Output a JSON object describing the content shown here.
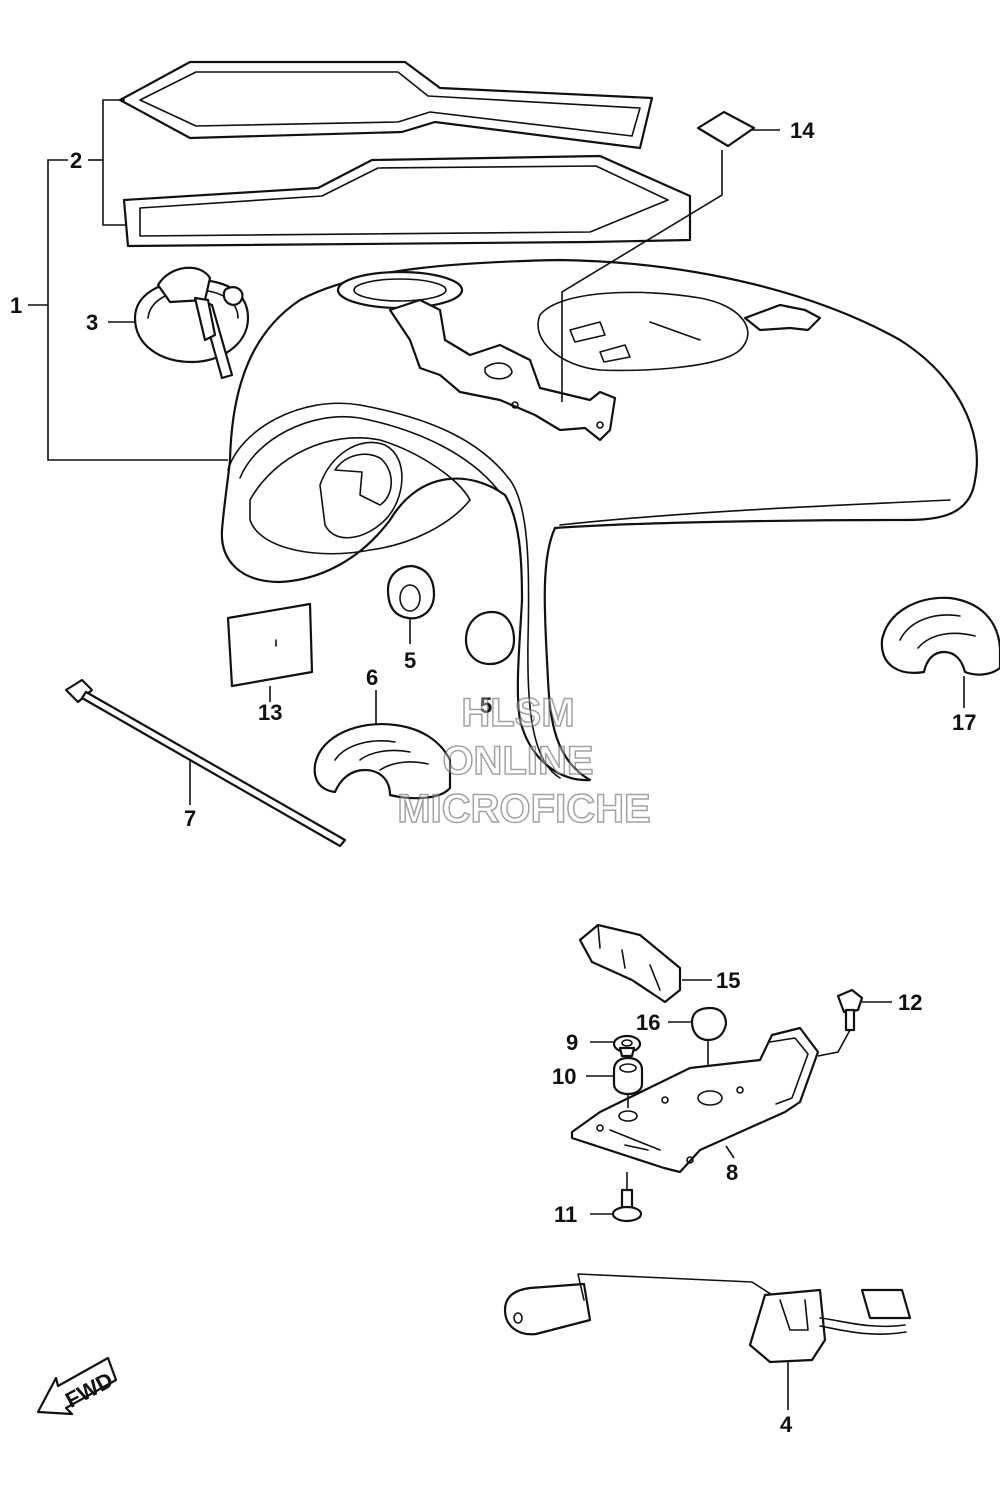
{
  "callouts": {
    "c1": "1",
    "c2": "2",
    "c3": "3",
    "c4": "4",
    "c5a": "5",
    "c5b": "5",
    "c6": "6",
    "c7": "7",
    "c8": "8",
    "c9": "9",
    "c10": "10",
    "c11": "11",
    "c12": "12",
    "c13": "13",
    "c14": "14",
    "c15": "15",
    "c16": "16",
    "c17": "17"
  },
  "watermark": {
    "line1": "HLSM",
    "line2": "ONLINE",
    "line3": "MICROFICHE"
  },
  "direction": {
    "label": "FWD",
    "icon": "fwd-arrow-icon"
  },
  "colors": {
    "ink": "#111111",
    "paper": "#ffffff"
  }
}
